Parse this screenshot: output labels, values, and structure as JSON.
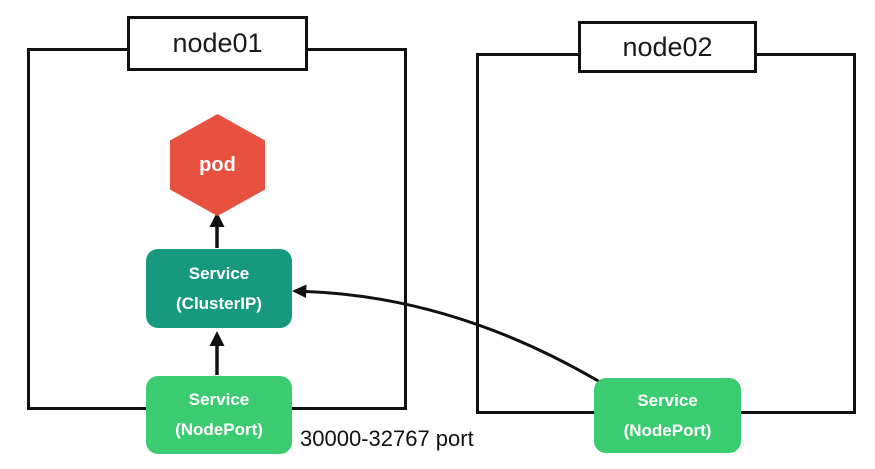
{
  "diagram": {
    "node01": {
      "label": "node01"
    },
    "node02": {
      "label": "node02"
    },
    "pod": {
      "label": "pod",
      "color": "#e8503f"
    },
    "cluster_ip_service": {
      "line1": "Service",
      "line2": "(ClusterIP)",
      "color": "#17997d"
    },
    "node_port_service_1": {
      "line1": "Service",
      "line2": "(NodePort)",
      "color": "#3bcb70"
    },
    "node_port_service_2": {
      "line1": "Service",
      "line2": "(NodePort)",
      "color": "#3bcb70"
    },
    "port_range_label": "30000-32767 port",
    "line_color": "#111111",
    "background": "#ffffff"
  }
}
